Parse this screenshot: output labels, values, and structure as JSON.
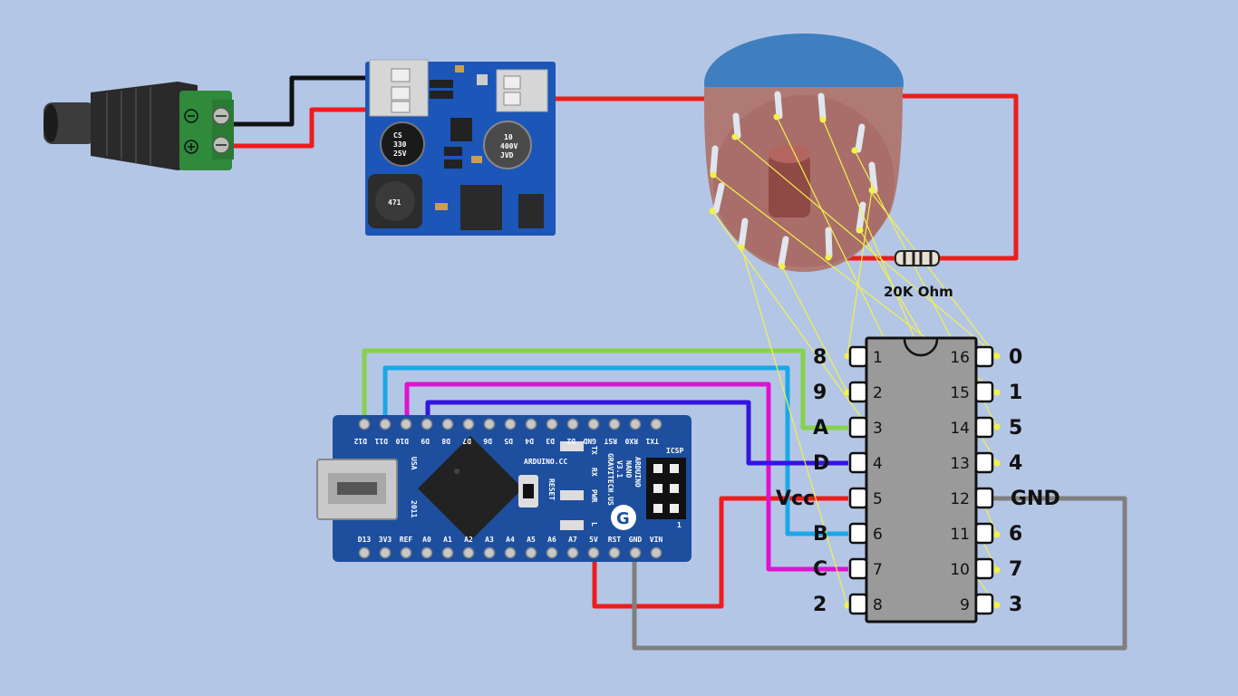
{
  "resistor": {
    "label": "20K Ohm"
  },
  "capacitor_a": {
    "l1": "CS",
    "l2": "330",
    "l3": "25V"
  },
  "capacitor_b": {
    "l1": "10",
    "l2": "400V",
    "l3": "JVD"
  },
  "inductor": {
    "label": "471"
  },
  "chip": {
    "left_pins": [
      {
        "num": "1",
        "label": "8"
      },
      {
        "num": "2",
        "label": "9"
      },
      {
        "num": "3",
        "label": "A"
      },
      {
        "num": "4",
        "label": "D"
      },
      {
        "num": "5",
        "label": "Vcc"
      },
      {
        "num": "6",
        "label": "B"
      },
      {
        "num": "7",
        "label": "C"
      },
      {
        "num": "8",
        "label": "2"
      }
    ],
    "right_pins": [
      {
        "num": "16",
        "label": "0"
      },
      {
        "num": "15",
        "label": "1"
      },
      {
        "num": "14",
        "label": "5"
      },
      {
        "num": "13",
        "label": "4"
      },
      {
        "num": "12",
        "label": "GND"
      },
      {
        "num": "11",
        "label": "6"
      },
      {
        "num": "10",
        "label": "7"
      },
      {
        "num": "9",
        "label": "3"
      }
    ]
  },
  "arduino": {
    "top_pins": [
      "D12",
      "D11",
      "D10",
      "D9",
      "D8",
      "D7",
      "D6",
      "D5",
      "D4",
      "D3",
      "D2",
      "GND",
      "RST",
      "RX0",
      "TX1"
    ],
    "bottom_pins": [
      "D13",
      "3V3",
      "REF",
      "A0",
      "A1",
      "A2",
      "A3",
      "A4",
      "A5",
      "A6",
      "A7",
      "5V",
      "RST",
      "GND",
      "VIN"
    ],
    "texts": {
      "brand": "ARDUINO.CC",
      "model1": "ARDUINO",
      "model2": "NANO",
      "model3": "V3.1",
      "maker": "GRAVITECH.US",
      "country": "USA",
      "year": "2011",
      "icsp": "ICSP",
      "reset": "RESET",
      "tx": "TX",
      "rx": "RX",
      "pwr": "PWR",
      "l": "L",
      "one": "1",
      "g": "G"
    }
  },
  "colors": {
    "background": "#b4c6e6",
    "wire_red": "#ee1c1c",
    "wire_black": "#111111",
    "wire_green": "#86d24c",
    "wire_cyan": "#1aa8e8",
    "wire_magenta": "#e012d0",
    "wire_blue": "#3414e0",
    "wire_gray": "#7f7f7f",
    "wire_yellow": "#f3f14a",
    "chip_body": "#9a9a9a",
    "pcb_blue": "#1b56b8",
    "arduino_blue": "#1e4f9e"
  }
}
